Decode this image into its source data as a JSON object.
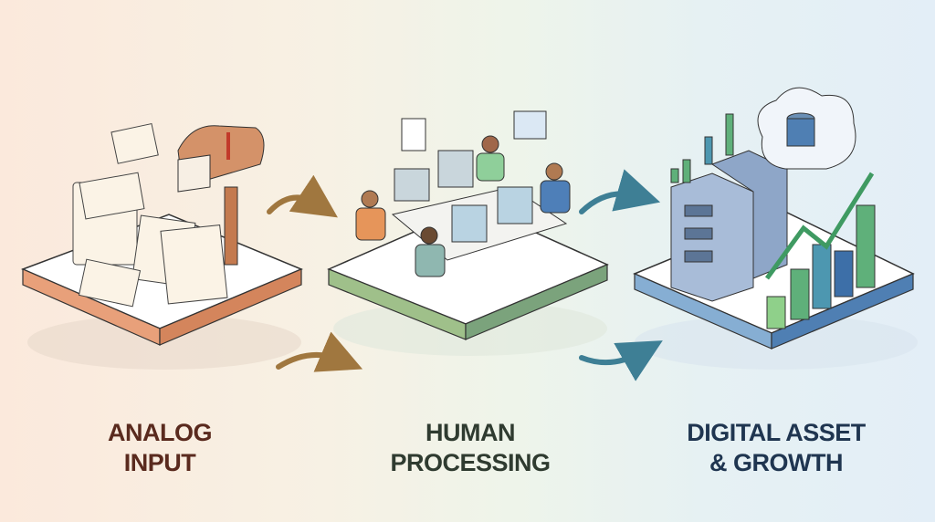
{
  "stages": [
    {
      "line1": "ANALOG",
      "line2": "INPUT",
      "color": "#5a2a1e"
    },
    {
      "line1": "HUMAN",
      "line2": "PROCESSING",
      "color": "#2f3b30"
    },
    {
      "line1": "DIGITAL ASSET",
      "line2": "& GROWTH",
      "color": "#1f3550"
    }
  ],
  "icons": [
    "mailbox-icon",
    "paper-stack-icon",
    "workstation-icon",
    "server-rack-icon",
    "cloud-database-icon",
    "growth-chart-icon",
    "flow-arrow-icon"
  ]
}
